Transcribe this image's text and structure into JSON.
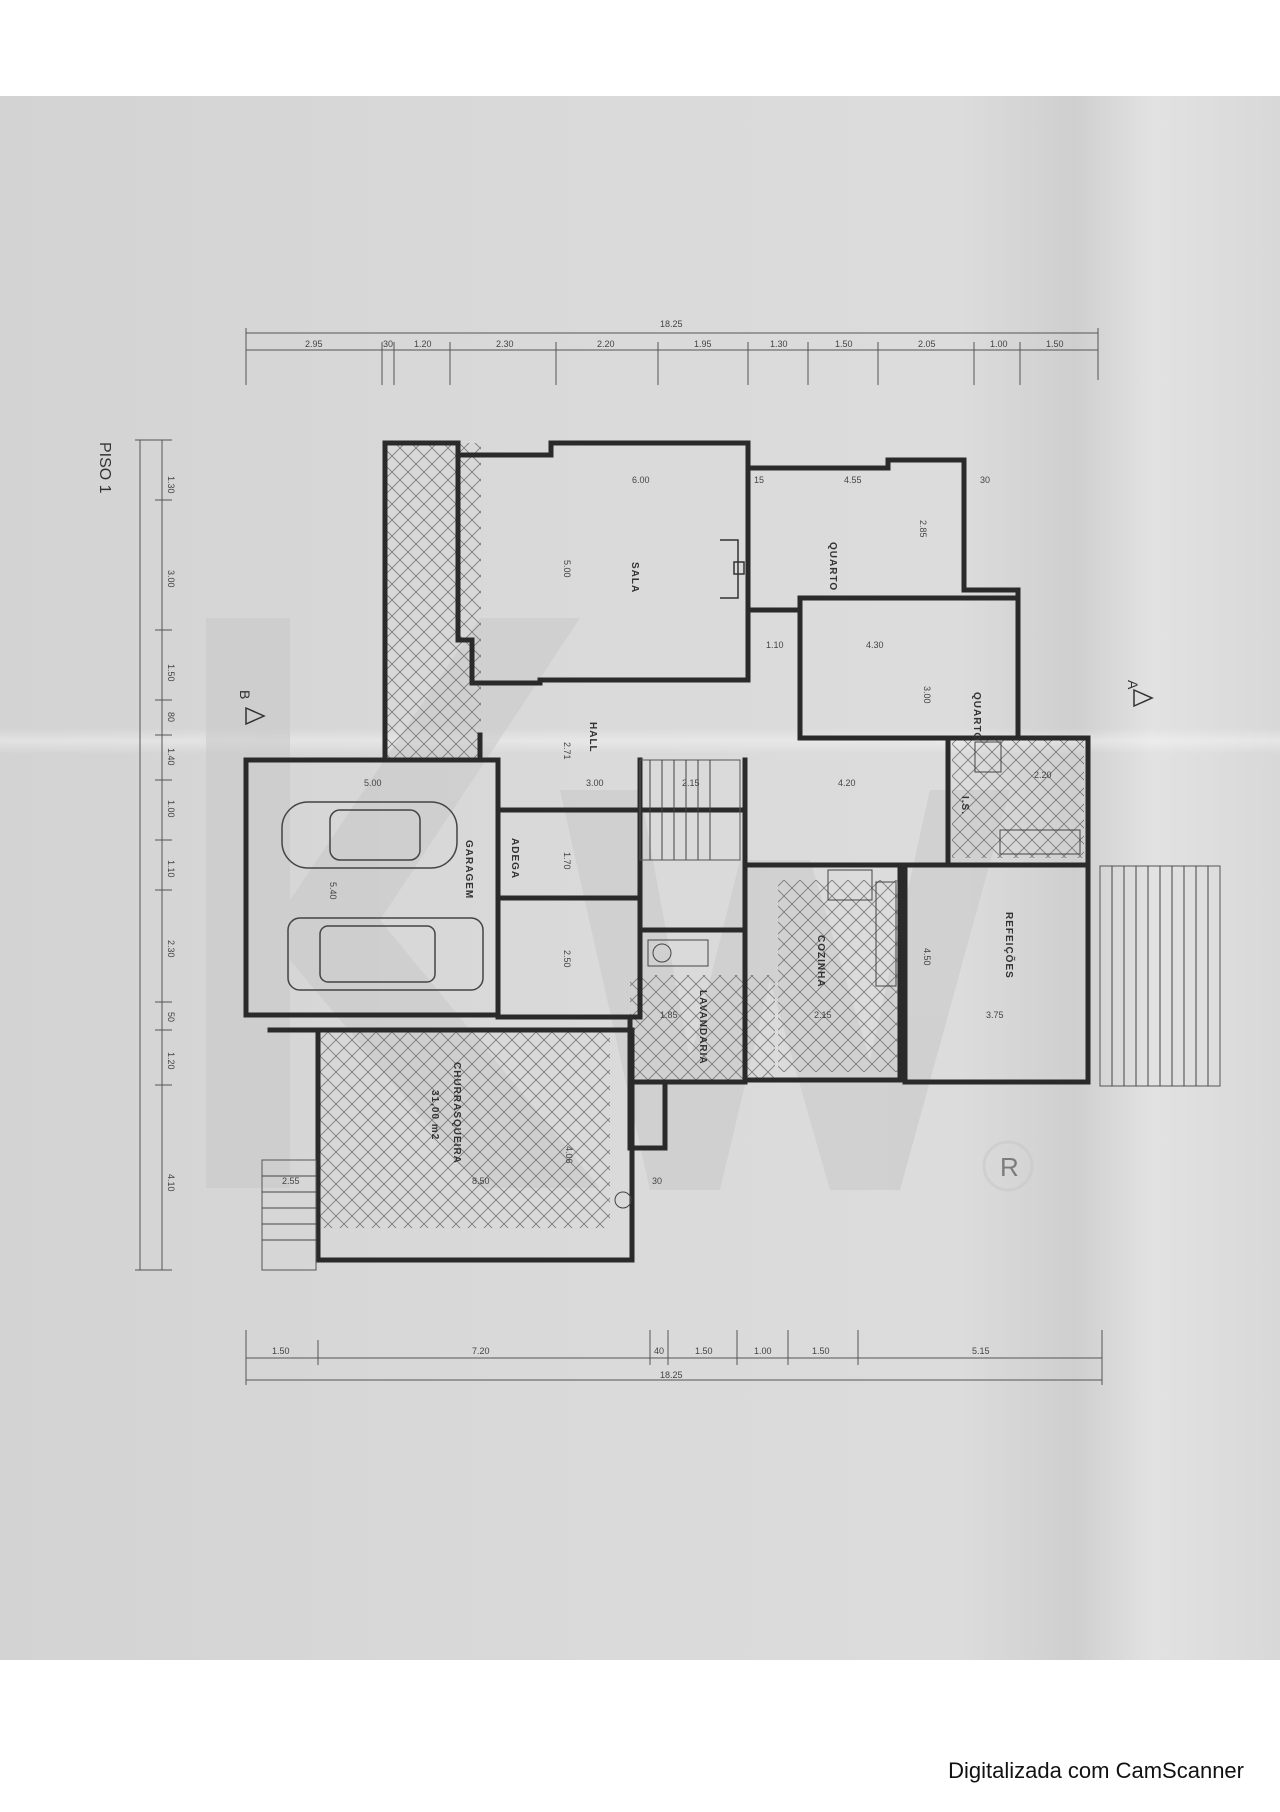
{
  "title": "PISO 1",
  "footer": "Digitalizada com CamScanner",
  "section_marks": {
    "a": "A",
    "b": "B"
  },
  "rooms": {
    "sala": "SALA",
    "quarto1": "QUARTO",
    "quarto2": "QUARTO",
    "hall": "HALL",
    "garagem": "GARAGEM",
    "adega": "ADEGA",
    "lavandaria": "LAVANDARIA",
    "cozinha": "COZINHA",
    "refeicoes": "REFEIÇÕES",
    "is": "I.S.",
    "churrasqueira": "CHURRASQUEIRA",
    "churrasqueira_area": "31,00 m2"
  },
  "top_dims": {
    "total": "18.25",
    "segments": [
      "2.95",
      "30",
      "1.20",
      "2.30",
      "2.20",
      "1.95",
      "1.30",
      "1.50",
      "2.05",
      "1.00",
      "1.50"
    ]
  },
  "bottom_dims": {
    "total": "18.25",
    "segments": [
      "1.50",
      "7.20",
      "40",
      "1.50",
      "1.00",
      "1.50",
      "5.15"
    ]
  },
  "left_dims": [
    "1.30",
    "3.00",
    "1.50",
    "80",
    "1.40",
    "1.00",
    "1.10",
    "2.30",
    "50",
    "1.20",
    "4.10"
  ],
  "interior_dims": [
    "6.00",
    "5.00",
    "4.55",
    "2.85",
    "30",
    "15",
    "1.10",
    "4.30",
    "3.00",
    "2.71",
    "3.00",
    "2.15",
    "4.20",
    "1.70",
    "2.50",
    "5.40",
    "5.00",
    "4.50",
    "3.75",
    "2.15",
    "1.85",
    "2.20",
    "8.50",
    "4.06",
    "30",
    "2.55"
  ],
  "brand_colors": {
    "watermark": "#c8c8c8"
  }
}
